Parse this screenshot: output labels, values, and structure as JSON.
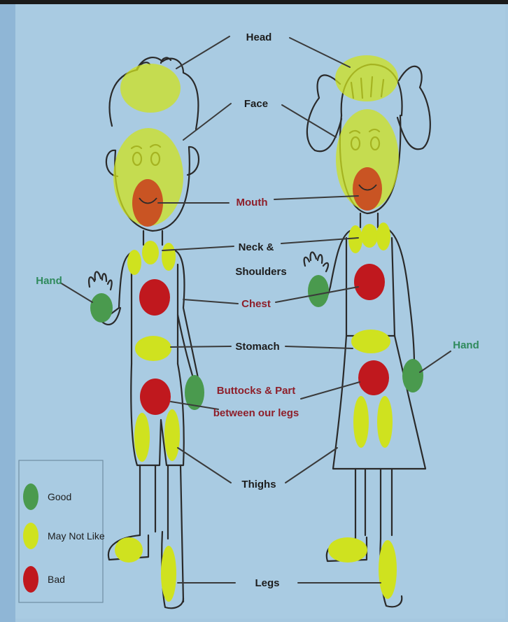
{
  "colors": {
    "background": "#a6c8e0",
    "good": "#4a9a4e",
    "may_not_like": "#cfe21f",
    "bad": "#c0181e",
    "label_dark": "#1d1d1d",
    "label_bad": "#8e1f2a",
    "label_good": "#2f8a5c"
  },
  "labels": {
    "head": "Head",
    "face": "Face",
    "mouth": "Mouth",
    "neck_line1": "Neck &",
    "neck_line2": "Shoulders",
    "chest": "Chest",
    "stomach": "Stomach",
    "buttocks_line1": "Buttocks & Part",
    "buttocks_line2": "between our legs",
    "thighs": "Thighs",
    "legs": "Legs",
    "hand_left": "Hand",
    "hand_right": "Hand"
  },
  "legend": {
    "items": [
      {
        "label": "Good",
        "color": "#4a9a4e"
      },
      {
        "label": "May Not Like",
        "color": "#cfe21f"
      },
      {
        "label": "Bad",
        "color": "#c0181e"
      }
    ]
  }
}
